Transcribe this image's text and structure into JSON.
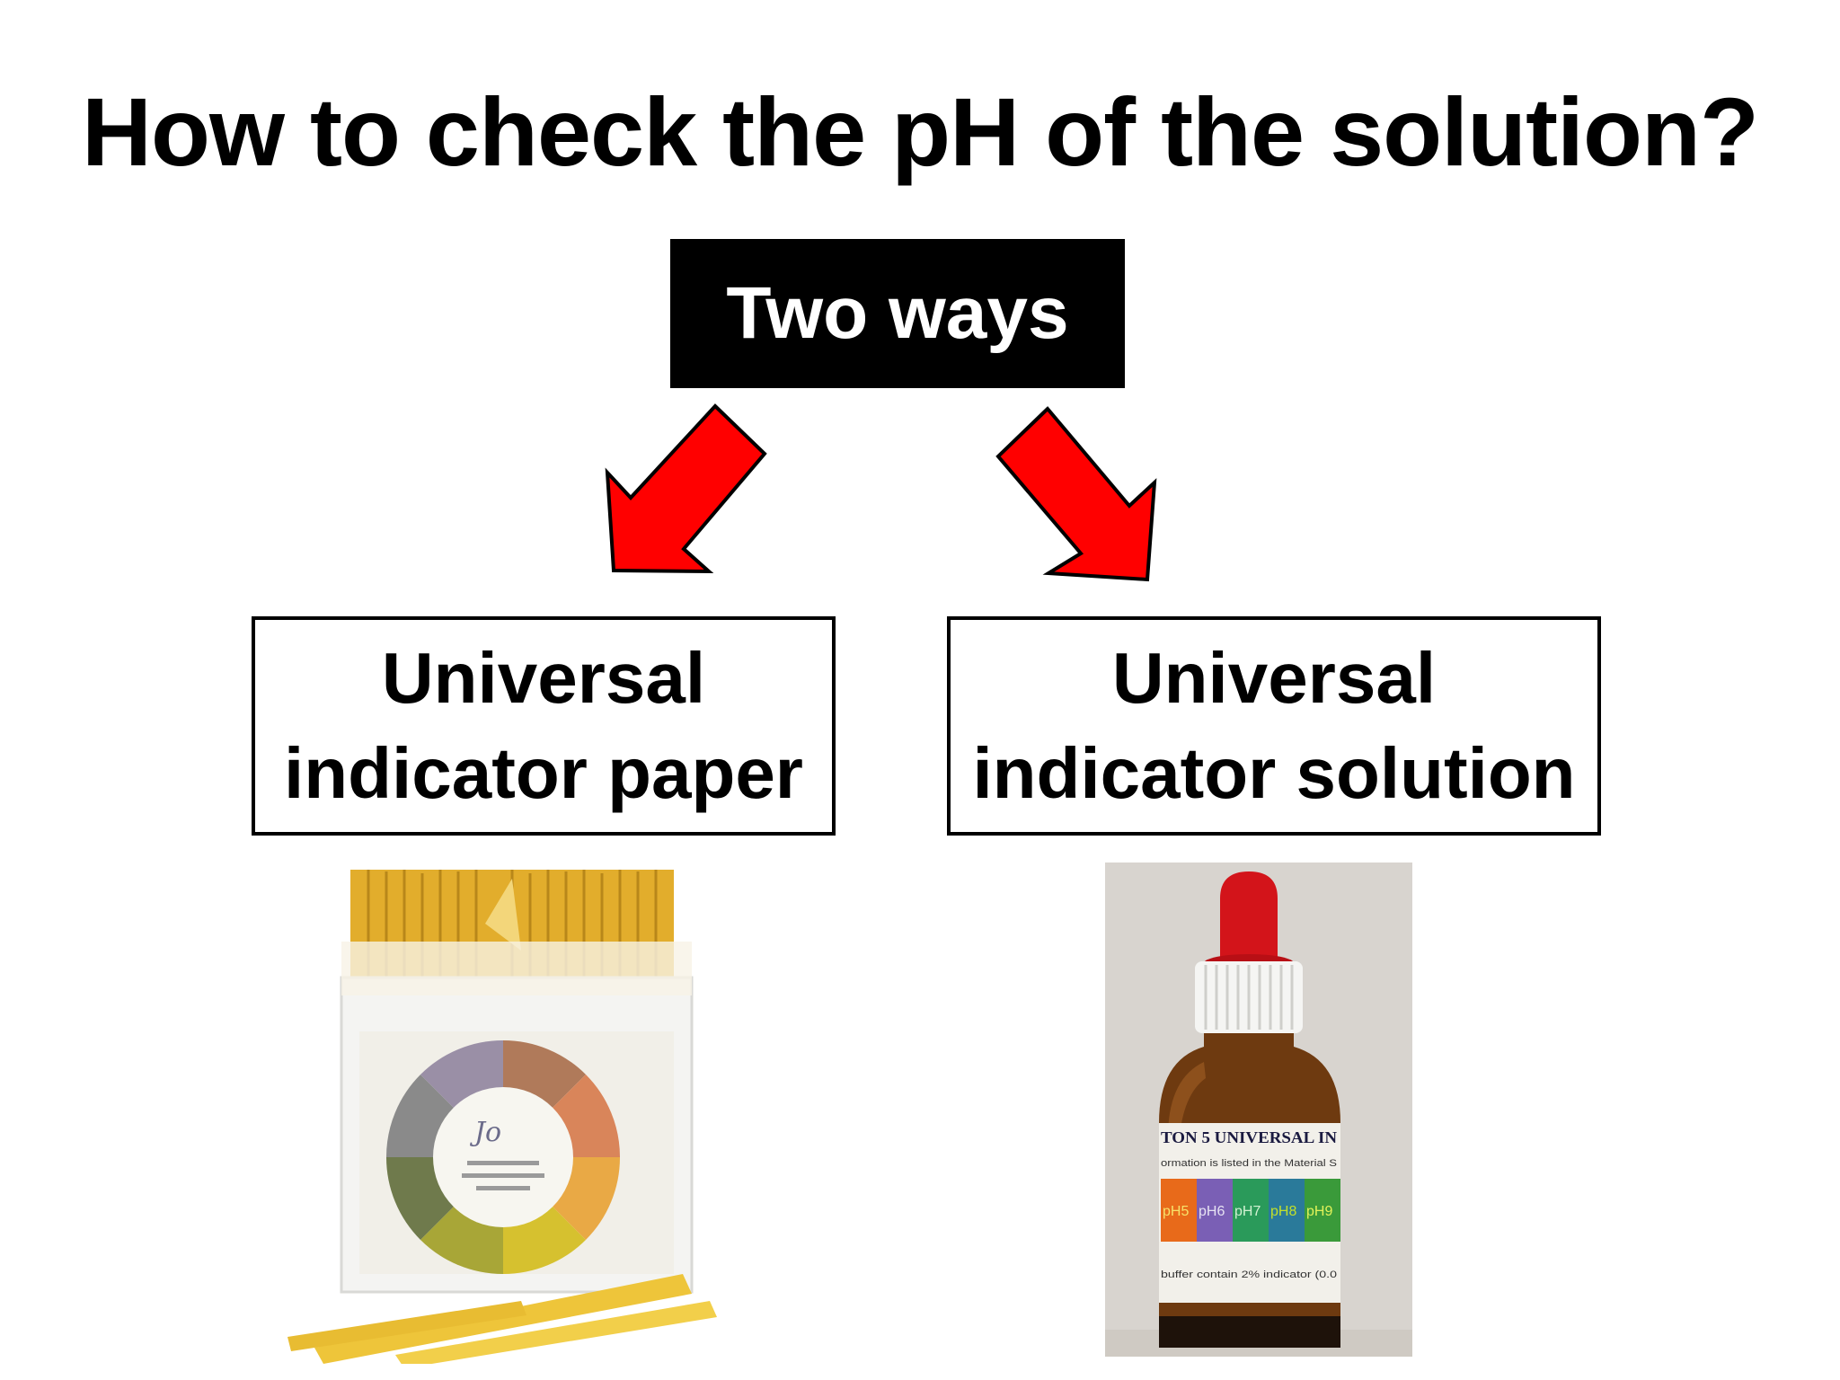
{
  "title": "How to check the pH of the solution?",
  "root": {
    "label": "Two ways"
  },
  "branches": [
    {
      "line1": "Universal",
      "line2": "indicator paper"
    },
    {
      "line1": "Universal",
      "line2": "indicator solution"
    }
  ],
  "arrow_color": "#ff0000",
  "bottle_label": {
    "heading": "TON 5  UNIVERSAL IN",
    "info": "ormation is listed in the Material S",
    "ph_scale": [
      "pH5",
      "pH6",
      "pH7",
      "pH8",
      "pH9"
    ],
    "footer": "buffer contain 2% indicator (0.0"
  }
}
